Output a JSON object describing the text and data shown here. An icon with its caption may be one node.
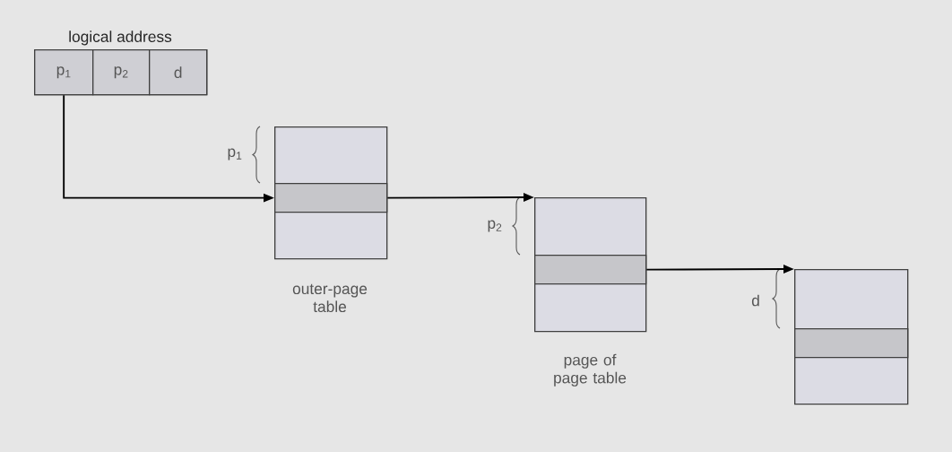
{
  "diagram": {
    "nodes": [
      {
        "text": [
          "logical address"
        ]
      },
      {
        "text": [
          "p$_{1}$"
        ],
        "in": 0
      },
      {
        "text": [
          "p$_{2}$"
        ],
        "in": 0
      },
      {
        "text": [
          "d"
        ],
        "in": 0
      },
      {
        "text": [],
        "shape": "box",
        "beside": [
          "outer-page table"
        ]
      },
      {
        "text": [],
        "shape": "bar",
        "in": 4
      },
      {
        "text": [],
        "shape": "box",
        "beside": [
          "page of page table"
        ]
      },
      {
        "text": [],
        "shape": "bar",
        "in": 6
      },
      {
        "text": [],
        "shape": "box"
      },
      {
        "text": [],
        "shape": "bar",
        "in": 8
      }
    ],
    "edges": [
      {
        "from": 1,
        "to": 5,
        "arrow": "to"
      },
      {
        "from": 5,
        "to": 6,
        "arrow": "to"
      },
      {
        "from": 7,
        "to": 8,
        "arrow": "to"
      }
    ],
    "labels": [
      "p$_{1}$",
      "p$_{2}$",
      "d"
    ]
  }
}
